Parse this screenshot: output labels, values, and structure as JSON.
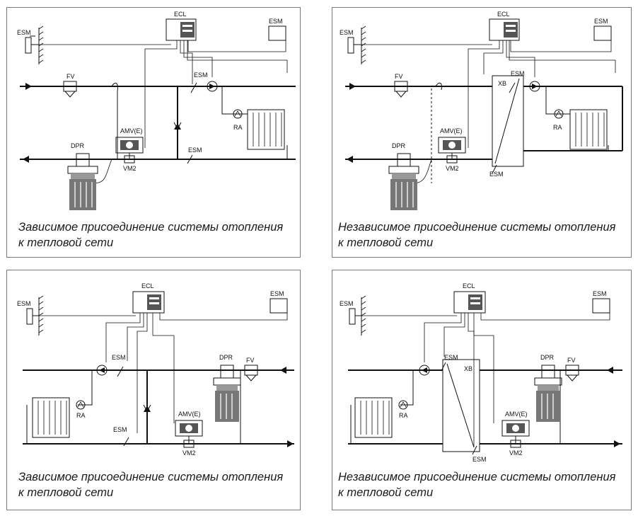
{
  "labels": {
    "ecl": "ECL",
    "esm": "ESM",
    "fv": "FV",
    "dpr": "DPR",
    "amv": "AMV(E)",
    "vm2": "VM2",
    "ra": "RA",
    "xb": "XB"
  },
  "captions": {
    "dependent_line1": "Зависимое присоединение системы отопления",
    "independent_line1": "Независимое присоединение системы отопления",
    "line2": "к тепловой сети"
  },
  "colors": {
    "border": "#7a7a7a",
    "line": "#111111",
    "device_fill": "#e6e6e6",
    "device_dark": "#555555"
  }
}
